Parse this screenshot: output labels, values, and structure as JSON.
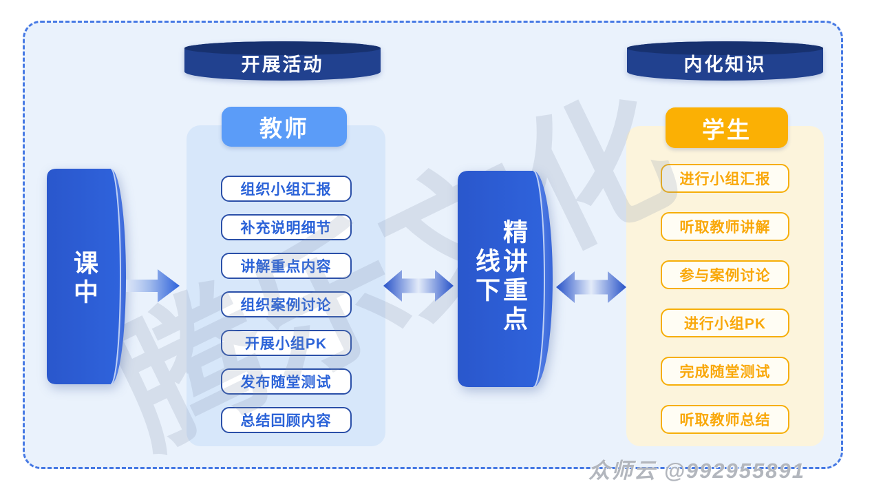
{
  "left_node": {
    "label": "课中"
  },
  "teacher_section": {
    "header": "开展活动",
    "role": "教师",
    "items": [
      "组织小组汇报",
      "补充说明细节",
      "讲解重点内容",
      "组织案例讨论",
      "开展小组PK",
      "发布随堂测试",
      "总结回顾内容"
    ]
  },
  "center_node": {
    "label_main": "精讲重点",
    "label_sub": "线下"
  },
  "student_section": {
    "header": "内化知识",
    "role": "学生",
    "items": [
      "进行小组汇报",
      "听取教师讲解",
      "参与案例讨论",
      "进行小组PK",
      "完成随堂测试",
      "听取教师总结"
    ]
  },
  "watermark": {
    "diagonal_text": "腾乐文化",
    "credit_text": "众师云 @992955891"
  },
  "colors": {
    "page_bg": "#FFFFFF",
    "board_bg": "#EAF2FC",
    "board_border": "#4679E4",
    "banner_body": "#21418F",
    "banner_top_face": "#17316F",
    "cylinder_blue": "#2E63DB",
    "teacher_label_bg": "#5B9CF8",
    "teacher_panel_bg": "#D7E7FA",
    "teacher_btn_border": "#2A4FA8",
    "teacher_btn_text": "#2A62D8",
    "student_label_bg": "#FBB004",
    "student_panel_bg": "#FCF4DC",
    "student_btn_border": "#F6AE08",
    "student_btn_text": "#F9A80A",
    "watermark_gray": "#8A94A8"
  }
}
